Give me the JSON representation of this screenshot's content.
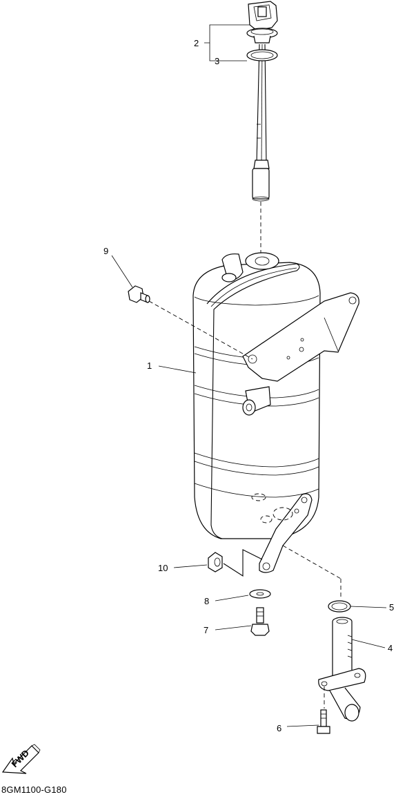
{
  "diagram": {
    "code": "8GM1100-G180",
    "fwd_label": "FWD",
    "callouts": [
      {
        "id": "c1",
        "text": "1"
      },
      {
        "id": "c2",
        "text": "2"
      },
      {
        "id": "c3",
        "text": "3"
      },
      {
        "id": "c4",
        "text": "4"
      },
      {
        "id": "c5",
        "text": "5"
      },
      {
        "id": "c6",
        "text": "6"
      },
      {
        "id": "c7",
        "text": "7"
      },
      {
        "id": "c8",
        "text": "8"
      },
      {
        "id": "c9",
        "text": "9"
      },
      {
        "id": "c10",
        "text": "10"
      }
    ]
  }
}
